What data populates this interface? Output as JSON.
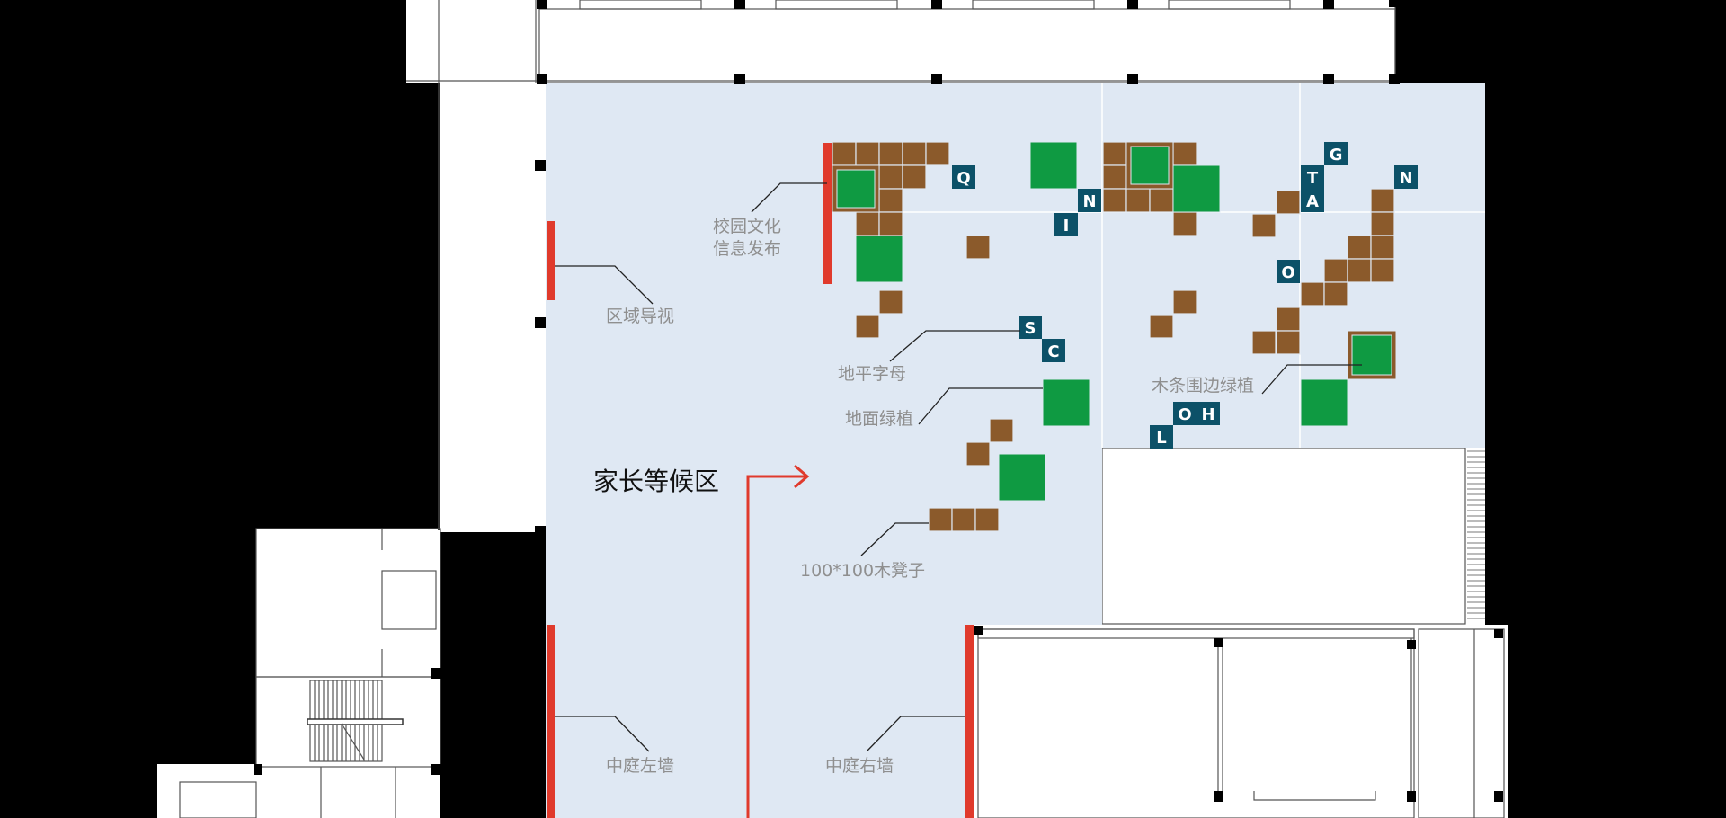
{
  "colors": {
    "floor": "#dfe8f3",
    "wood": "#8b5a2b",
    "green": "#0f9a42",
    "sign_red": "#e03a2c",
    "letter_tile": "#0c5168",
    "background": "#000000"
  },
  "title": "家长等候区",
  "labels": {
    "campus_info_line1": "校园文化",
    "campus_info_line2": "信息发布",
    "area_guide": "区域导视",
    "floor_letters": "地平字母",
    "floor_plants": "地面绿植",
    "wood_planters": "木条围边绿植",
    "stool": "100*100木凳子",
    "atrium_left_wall": "中庭左墙",
    "atrium_right_wall": "中庭右墙"
  },
  "letters": [
    "Q",
    "N",
    "I",
    "G",
    "T",
    "A",
    "N",
    "O",
    "S",
    "C",
    "O",
    "H",
    "L"
  ]
}
